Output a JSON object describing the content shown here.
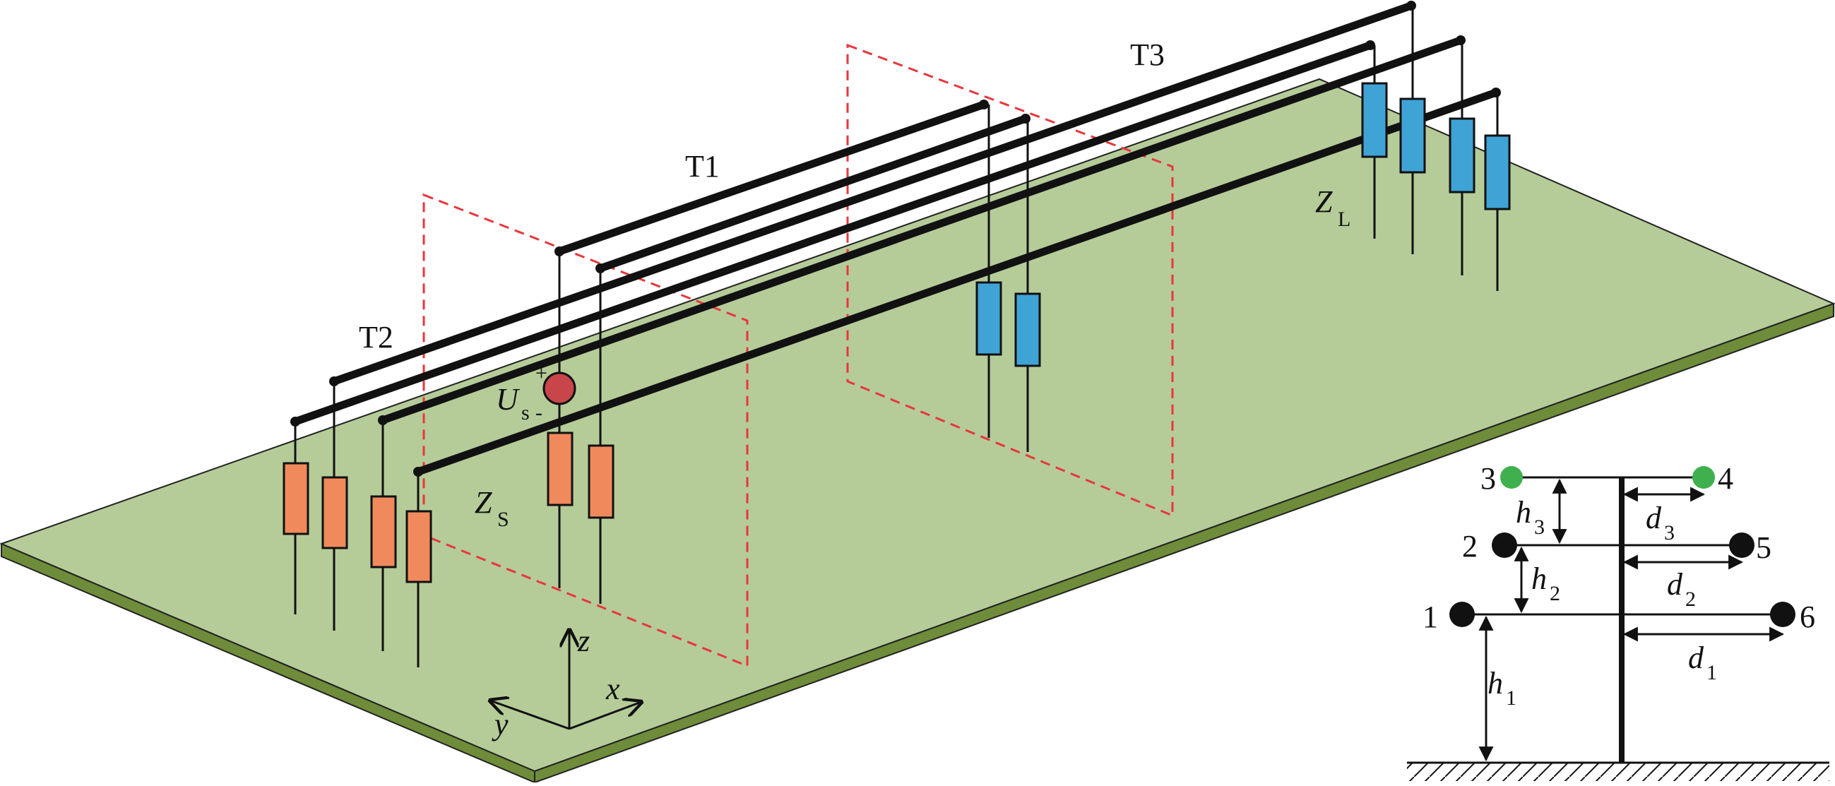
{
  "diagram": {
    "lines": {
      "t1": "T1",
      "t2": "T2",
      "t3": "T3"
    },
    "source": {
      "symbol": "U",
      "subscript": "s",
      "plus": "+",
      "minus": "-"
    },
    "source_impedance": {
      "symbol": "Z",
      "subscript": "S"
    },
    "load_impedance": {
      "symbol": "Z",
      "subscript": "L"
    },
    "axes": {
      "x": "x",
      "y": "y",
      "z": "z"
    },
    "tower": {
      "conductors": [
        "1",
        "2",
        "3",
        "4",
        "5",
        "6"
      ],
      "heights": [
        {
          "symbol": "h",
          "subscript": "1"
        },
        {
          "symbol": "h",
          "subscript": "2"
        },
        {
          "symbol": "h",
          "subscript": "3"
        }
      ],
      "distances": [
        {
          "symbol": "d",
          "subscript": "1"
        },
        {
          "symbol": "d",
          "subscript": "2"
        },
        {
          "symbol": "d",
          "subscript": "3"
        }
      ]
    },
    "colors": {
      "ground_top": "#b5cc99",
      "ground_edge": "#6e8c3a",
      "source_load_box": "#f08a5c",
      "far_load_box": "#3fa3d6",
      "source_circle": "#c8454a",
      "ground_wire_dot": "#3fb04d",
      "section_plane": "#e8363b",
      "conductor": "#111111"
    }
  }
}
